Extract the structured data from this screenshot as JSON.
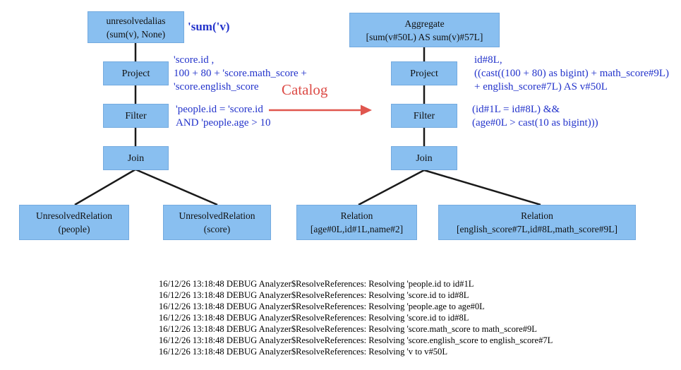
{
  "colors": {
    "box_fill": "#89BFF0",
    "box_border": "#74AADF",
    "annotation_blue": "#2333CB",
    "catalog_red": "#DC4B46",
    "connector_black": "#1a1a1a"
  },
  "left_tree": {
    "root": {
      "line1": "unresolvedalias",
      "line2": "(sum(v), None)"
    },
    "root_annotation": "'sum('v)",
    "project": {
      "label": "Project"
    },
    "project_annotation": {
      "l1": "'score.id ,",
      "l2": "100 + 80 + 'score.math_score +",
      "l3": "'score.english_score"
    },
    "filter": {
      "label": "Filter"
    },
    "filter_annotation": {
      "l1": "'people.id = 'score.id",
      "l2": "AND 'people.age > 10"
    },
    "join": {
      "label": "Join"
    },
    "relation_people": {
      "line1": "UnresolvedRelation",
      "line2": "(people)"
    },
    "relation_score": {
      "line1": "UnresolvedRelation",
      "line2": "(score)"
    }
  },
  "transform": {
    "label": "Catalog"
  },
  "right_tree": {
    "aggregate": {
      "line1": "Aggregate",
      "line2": "[sum(v#50L) AS sum(v)#57L]"
    },
    "project": {
      "label": "Project"
    },
    "project_annotation": {
      "l1": "id#8L,",
      "l2": "((cast((100 + 80) as bigint) + math_score#9L)",
      "l3": "+ english_score#7L) AS v#50L"
    },
    "filter": {
      "label": "Filter"
    },
    "filter_annotation": {
      "l1": "(id#1L = id#8L) &&",
      "l2": "(age#0L > cast(10 as bigint)))"
    },
    "join": {
      "label": "Join"
    },
    "relation_people": {
      "line1": "Relation",
      "line2": "[age#0L,id#1L,name#2]"
    },
    "relation_score": {
      "line1": "Relation",
      "line2": "[english_score#7L,id#8L,math_score#9L]"
    }
  },
  "log": {
    "lines": [
      "16/12/26 13:18:48 DEBUG Analyzer$ResolveReferences: Resolving 'people.id to id#1L",
      "16/12/26 13:18:48 DEBUG Analyzer$ResolveReferences: Resolving 'score.id to id#8L",
      "16/12/26 13:18:48 DEBUG Analyzer$ResolveReferences: Resolving 'people.age to age#0L",
      "16/12/26 13:18:48 DEBUG Analyzer$ResolveReferences: Resolving 'score.id to id#8L",
      "16/12/26 13:18:48 DEBUG Analyzer$ResolveReferences: Resolving 'score.math_score to math_score#9L",
      "16/12/26 13:18:48 DEBUG Analyzer$ResolveReferences: Resolving 'score.english_score to english_score#7L",
      "16/12/26 13:18:48 DEBUG Analyzer$ResolveReferences: Resolving 'v to v#50L"
    ]
  }
}
